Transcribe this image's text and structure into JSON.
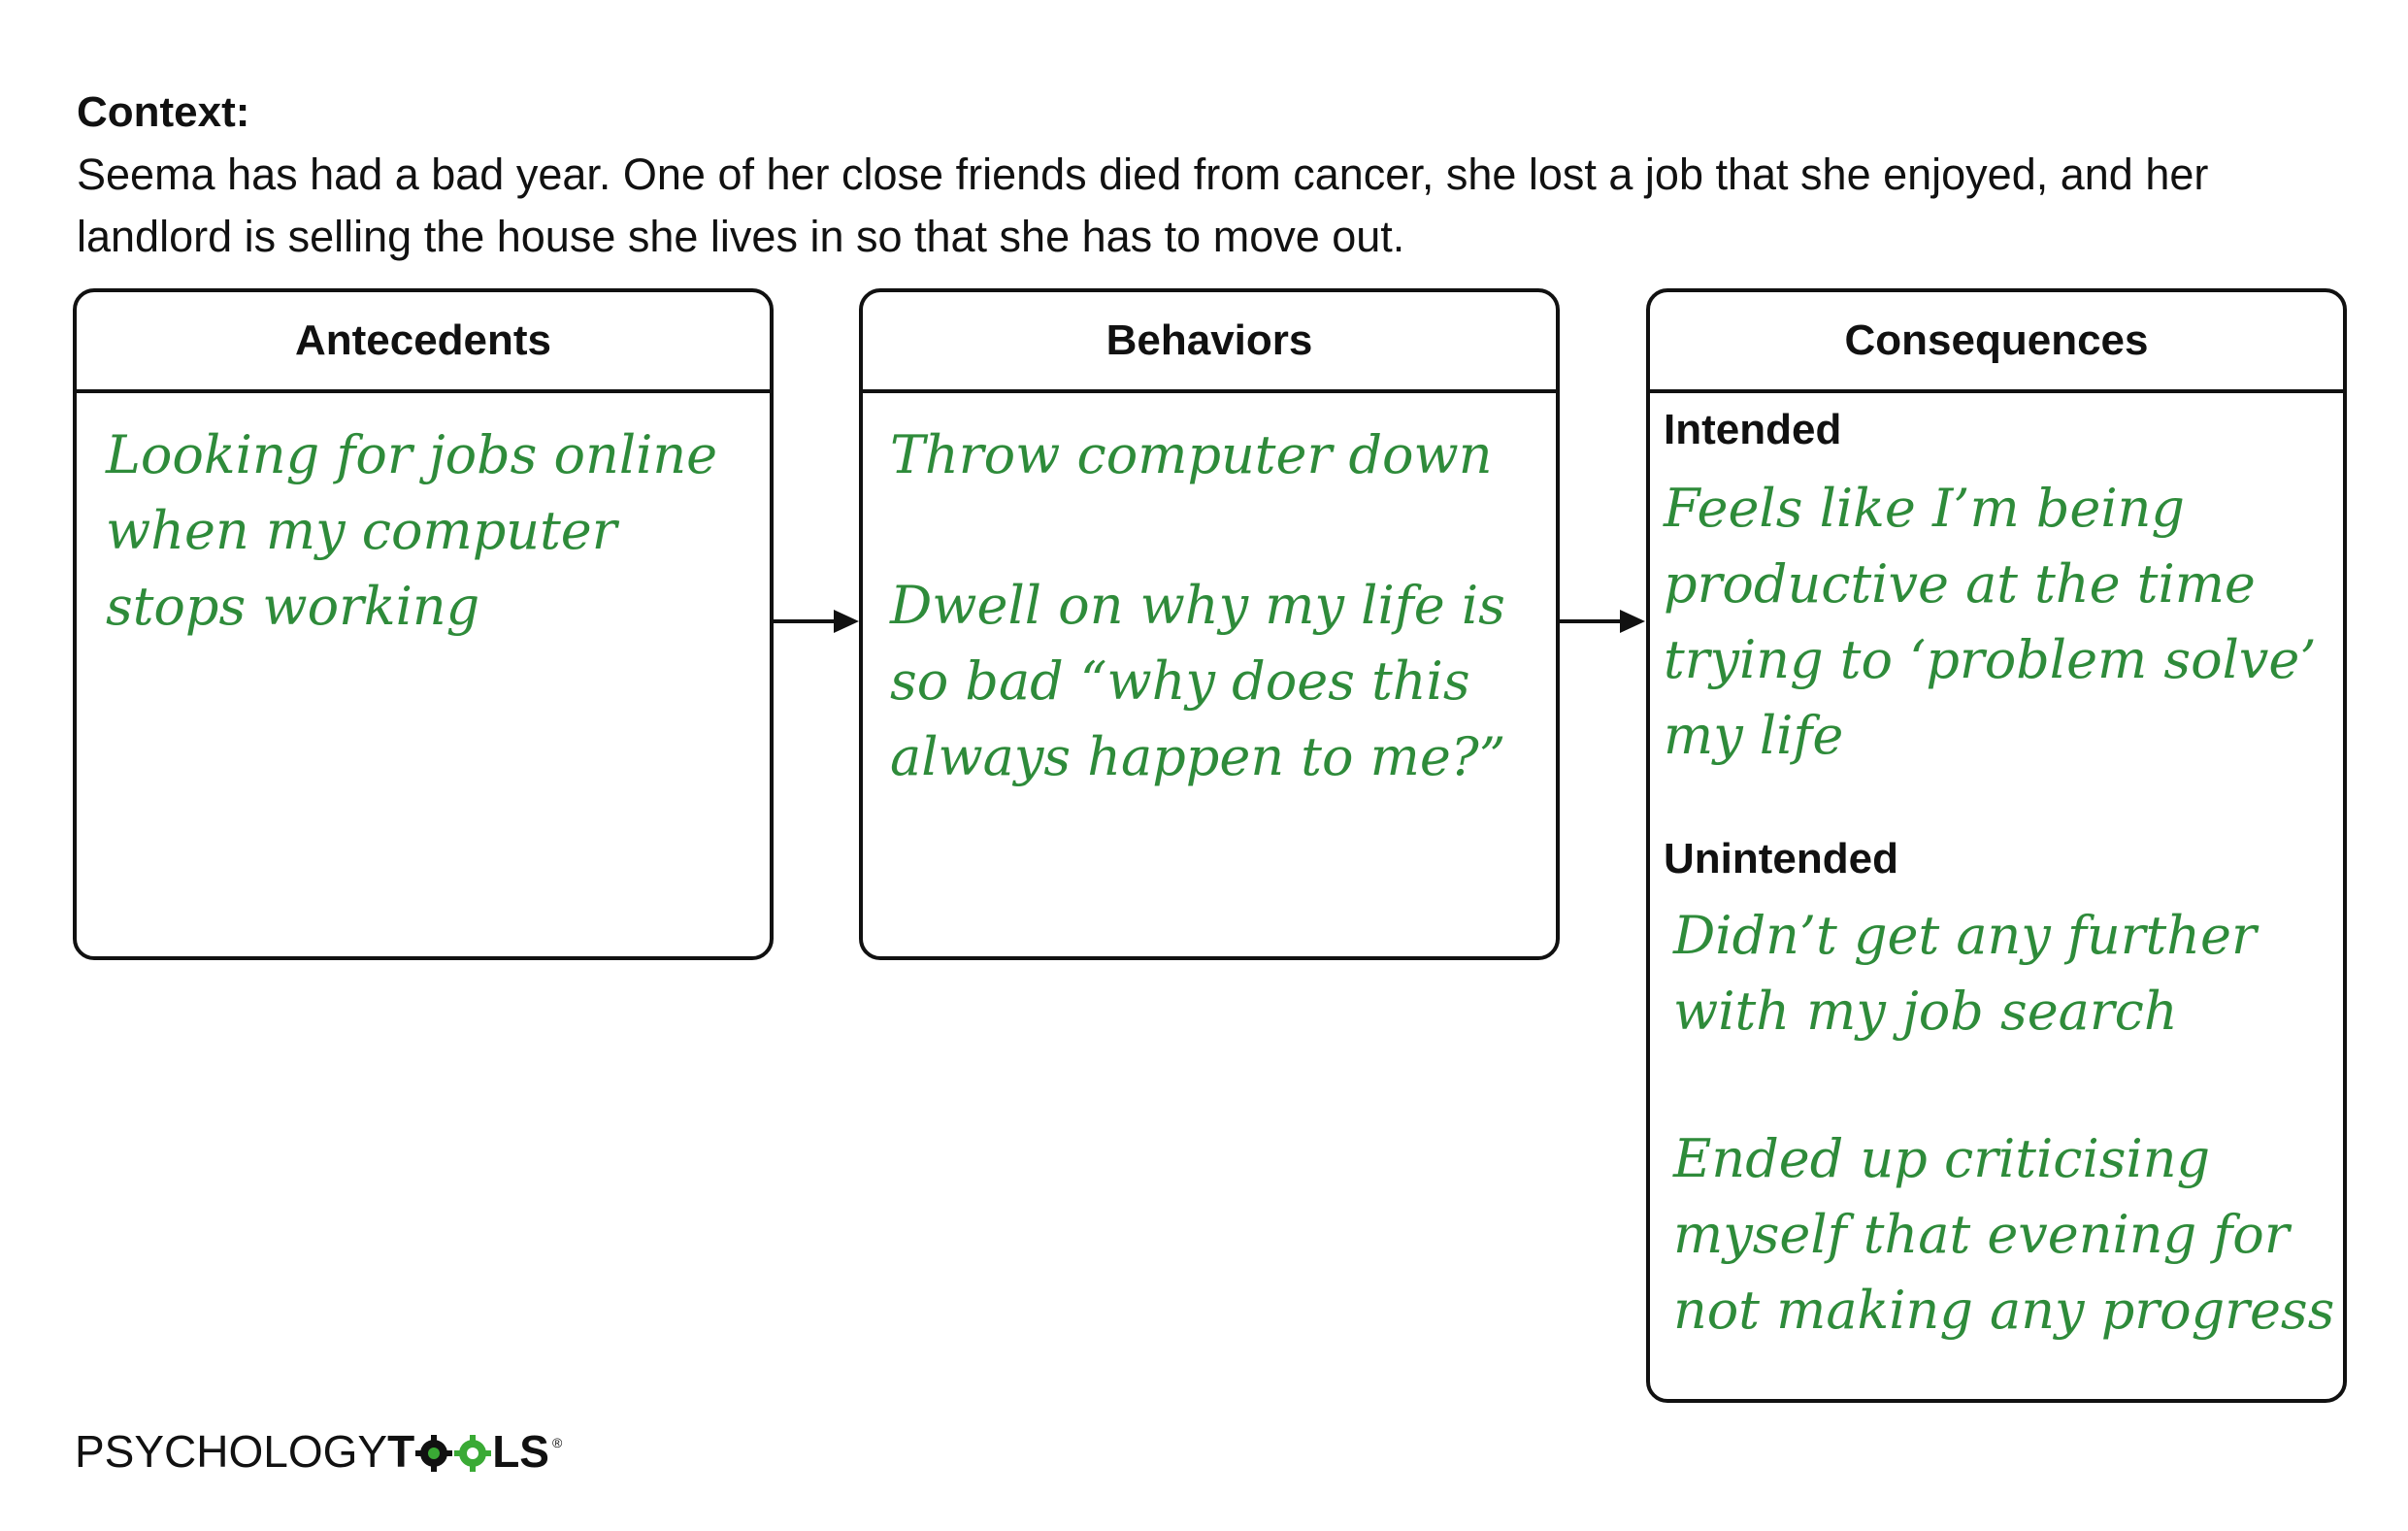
{
  "context": {
    "heading": "Context:",
    "text": "Seema has had a bad year. One of her close friends died from cancer, she lost a job that she enjoyed, and her landlord is selling the house she lives in so that she has to move out."
  },
  "antecedents": {
    "title": "Antecedents",
    "entry": "Looking for jobs online\nwhen my computer\nstops working"
  },
  "behaviors": {
    "title": "Behaviors",
    "entry1": "Throw computer down",
    "entry2": "Dwell on why my life is\nso bad “why does this\nalways happen to me?”"
  },
  "consequences": {
    "title": "Consequences",
    "intended_label": "Intended",
    "intended_text": "Feels like I’m being\nproductive at the time\ntrying to ‘problem solve’\nmy life",
    "unintended_label": "Unintended",
    "unintended_text1": "Didn’t get any further\nwith my job search",
    "unintended_text2": "Ended up criticising\nmyself that evening for\nnot making any progress"
  },
  "logo": {
    "part1": "PSYCHOLOGY",
    "part2": "TOOLS",
    "mark": "®"
  },
  "colors": {
    "handwriting": "#2e8b3a",
    "border": "#111111",
    "logo_accent": "#3aaa35"
  }
}
